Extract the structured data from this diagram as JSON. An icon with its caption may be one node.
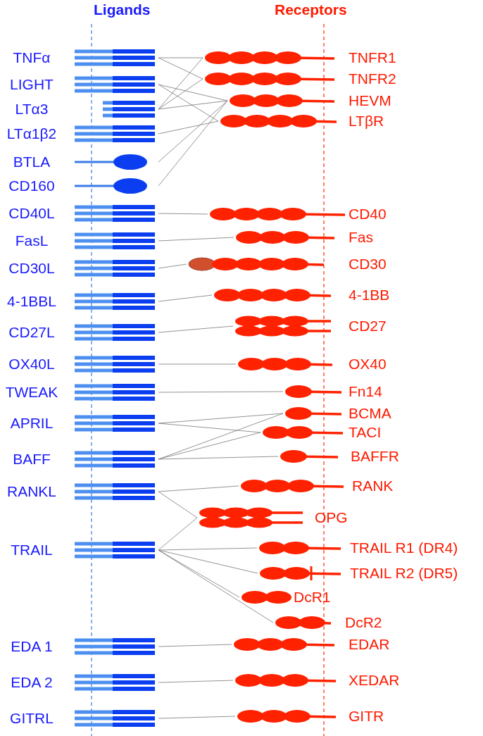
{
  "diagram": {
    "nodes": [
      {
        "text": [
          "TNFα"
        ]
      },
      {
        "text": [
          "LIGHT"
        ]
      },
      {
        "text": [
          "LTα3"
        ]
      },
      {
        "text": [
          "LTα1β2"
        ]
      },
      {
        "text": [
          "BTLA"
        ]
      },
      {
        "text": [
          "CD160"
        ]
      },
      {
        "text": [
          "CD40L"
        ]
      },
      {
        "text": [
          "FasL"
        ]
      },
      {
        "text": [
          "CD30L"
        ]
      },
      {
        "text": [
          "4-1BBL"
        ]
      },
      {
        "text": [
          "CD27L"
        ]
      },
      {
        "text": [
          "OX40L"
        ]
      },
      {
        "text": [
          "TWEAK"
        ]
      },
      {
        "text": [
          "APRIL"
        ]
      },
      {
        "text": [
          "BAFF"
        ]
      },
      {
        "text": [
          "RANKL"
        ]
      },
      {
        "text": [
          "TRAIL"
        ]
      },
      {
        "text": [
          "EDA 1"
        ]
      },
      {
        "text": [
          "EDA 2"
        ]
      },
      {
        "text": [
          "GITRL"
        ]
      },
      {
        "text": [
          "TNFR1"
        ]
      },
      {
        "text": [
          "TNFR2"
        ]
      },
      {
        "text": [
          "HEVM"
        ]
      },
      {
        "text": [
          "LTβR"
        ]
      },
      {
        "text": [
          "CD40"
        ]
      },
      {
        "text": [
          "Fas"
        ]
      },
      {
        "text": [
          "CD30"
        ]
      },
      {
        "text": [
          "4-1BB"
        ]
      },
      {
        "text": [
          "CD27"
        ]
      },
      {
        "text": [
          "OX40"
        ]
      },
      {
        "text": [
          "Fn14"
        ]
      },
      {
        "text": [
          "BCMA"
        ]
      },
      {
        "text": [
          "TACI"
        ]
      },
      {
        "text": [
          "BAFFR"
        ]
      },
      {
        "text": [
          "RANK"
        ]
      },
      {
        "text": [
          "OPG"
        ]
      },
      {
        "text": [
          "TRAIL R1 (DR4)"
        ]
      },
      {
        "text": [
          "TRAIL R2 (DR5)"
        ]
      },
      {
        "text": [
          "DcR1"
        ]
      },
      {
        "text": [
          "DcR2"
        ]
      },
      {
        "text": [
          "EDAR"
        ]
      },
      {
        "text": [
          "XEDAR"
        ]
      },
      {
        "text": [
          "GITR"
        ]
      }
    ],
    "edges": [
      {
        "from": 0,
        "to": 20,
        "arrow": "none"
      },
      {
        "from": 0,
        "to": 21,
        "arrow": "none"
      },
      {
        "from": 1,
        "to": 22,
        "arrow": "none"
      },
      {
        "from": 1,
        "to": 23,
        "arrow": "none"
      },
      {
        "from": 2,
        "to": 20,
        "arrow": "none"
      },
      {
        "from": 2,
        "to": 21,
        "arrow": "none"
      },
      {
        "from": 2,
        "to": 22,
        "arrow": "none"
      },
      {
        "from": 3,
        "to": 23,
        "arrow": "none"
      },
      {
        "from": 4,
        "to": 22,
        "arrow": "none"
      },
      {
        "from": 5,
        "to": 22,
        "arrow": "none"
      },
      {
        "from": 6,
        "to": 24,
        "arrow": "none"
      },
      {
        "from": 7,
        "to": 25,
        "arrow": "none"
      },
      {
        "from": 8,
        "to": 26,
        "arrow": "none"
      },
      {
        "from": 9,
        "to": 27,
        "arrow": "none"
      },
      {
        "from": 10,
        "to": 28,
        "arrow": "none"
      },
      {
        "from": 11,
        "to": 29,
        "arrow": "none"
      },
      {
        "from": 12,
        "to": 30,
        "arrow": "none"
      },
      {
        "from": 13,
        "to": 31,
        "arrow": "none"
      },
      {
        "from": 13,
        "to": 32,
        "arrow": "none"
      },
      {
        "from": 14,
        "to": 31,
        "arrow": "none"
      },
      {
        "from": 14,
        "to": 32,
        "arrow": "none"
      },
      {
        "from": 14,
        "to": 33,
        "arrow": "none"
      },
      {
        "from": 15,
        "to": 34,
        "arrow": "none"
      },
      {
        "from": 15,
        "to": 35,
        "arrow": "none"
      },
      {
        "from": 16,
        "to": 35,
        "arrow": "none"
      },
      {
        "from": 16,
        "to": 36,
        "arrow": "none"
      },
      {
        "from": 16,
        "to": 37,
        "arrow": "none"
      },
      {
        "from": 16,
        "to": 38,
        "arrow": "none"
      },
      {
        "from": 16,
        "to": 39,
        "arrow": "none"
      },
      {
        "from": 17,
        "to": 40,
        "arrow": "none"
      },
      {
        "from": 18,
        "to": 41,
        "arrow": "none"
      },
      {
        "from": 19,
        "to": 42,
        "arrow": "none"
      }
    ],
    "labels": [
      "Ligands",
      "Receptors"
    ]
  }
}
